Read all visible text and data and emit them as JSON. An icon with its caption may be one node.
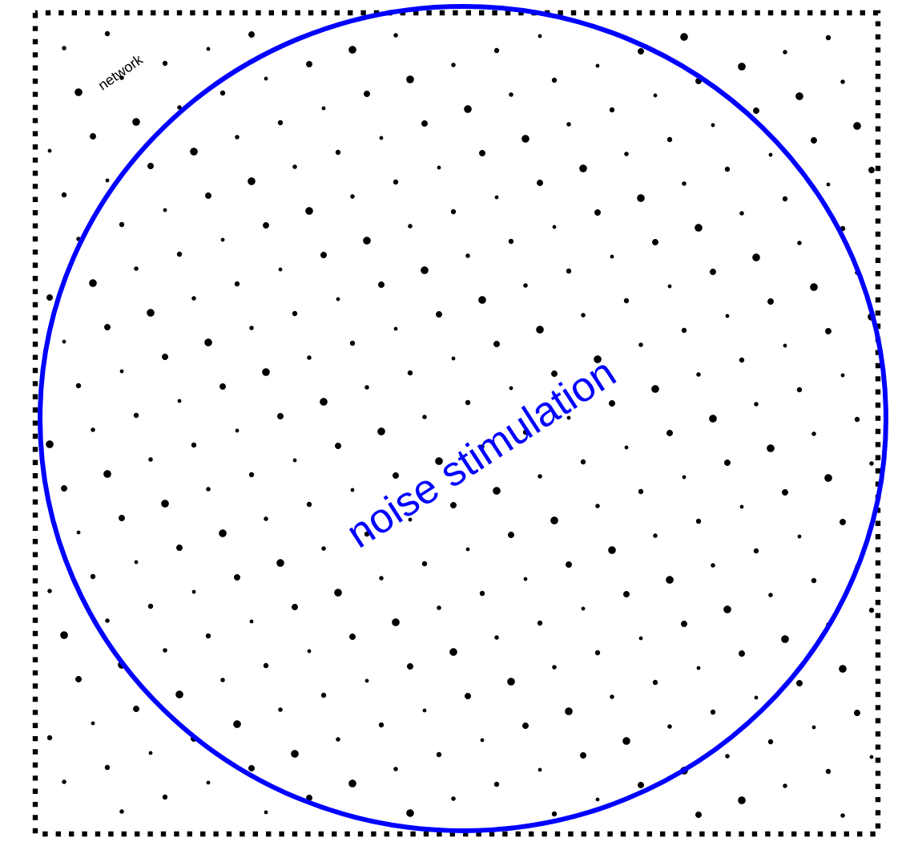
{
  "diagram": {
    "nodes": [
      {
        "text": [
          "network"
        ]
      },
      {
        "text": [
          "noise stimulation"
        ],
        "in": 0
      }
    ]
  }
}
